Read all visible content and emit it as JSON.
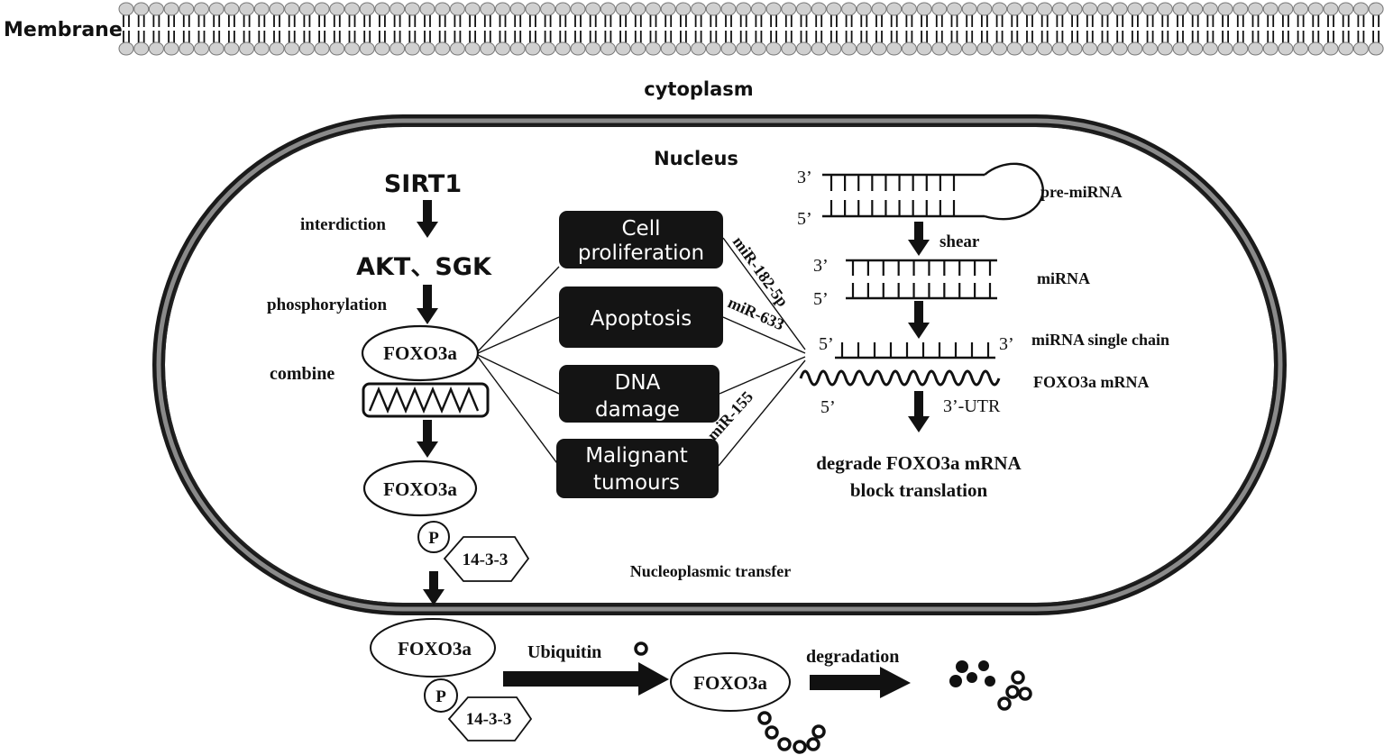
{
  "labels": {
    "membrane": "Membrane",
    "cytoplasm": "cytoplasm",
    "nucleus": "Nucleus",
    "sirt1": "SIRT1",
    "interdiction": "interdiction",
    "akt_sgk": "AKT、SGK",
    "phosphorylation": "phosphorylation",
    "combine": "combine",
    "foxo3a": "FOXO3a",
    "p": "P",
    "fourteen_three_three": "14-3-3",
    "nucleoplasmic_transfer": "Nucleoplasmic transfer",
    "ubiquitin": "Ubiquitin",
    "degradation": "degradation"
  },
  "outcomes": {
    "cell_proliferation": [
      "Cell",
      "proliferation"
    ],
    "apoptosis": "Apoptosis",
    "dna_damage": [
      "DNA",
      "damage"
    ],
    "malignant_tumours": [
      "Malignant",
      "tumours"
    ]
  },
  "mirnas": {
    "mir182": "miR-182-5p",
    "mir633": "miR-633",
    "mir155": "miR-155"
  },
  "mirna_pathway": {
    "three_prime": "3’",
    "five_prime": "5’",
    "pre_mirna": "pre-miRNA",
    "shear": "shear",
    "mirna": "miRNA",
    "single_chain": "miRNA single chain",
    "foxo3a_mrna": "FOXO3a mRNA",
    "utr": "3’-UTR",
    "result_line1": "degrade FOXO3a mRNA",
    "result_line2": "block translation"
  },
  "colors": {
    "ink": "#111111",
    "box_fill": "#141414",
    "box_text": "#ffffff",
    "membrane_head": "#d2d2d2",
    "nucleus_ring": "#555555"
  }
}
